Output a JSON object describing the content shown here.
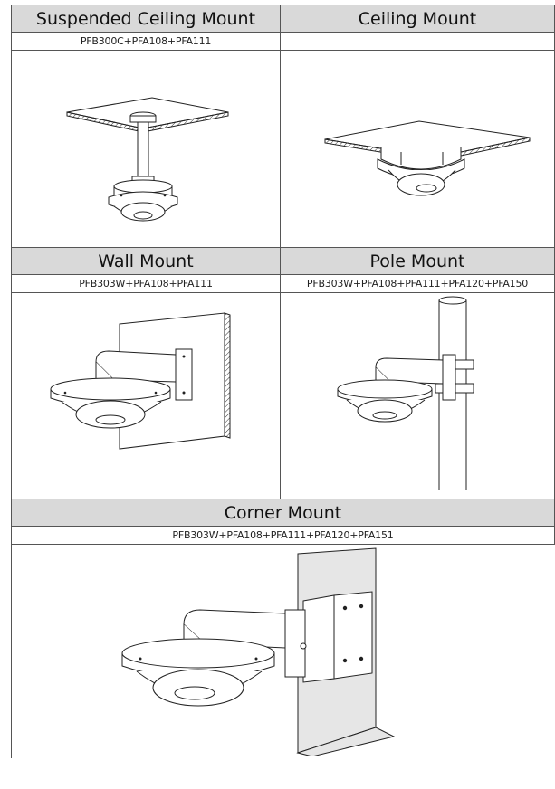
{
  "mounts": {
    "suspended": {
      "title": "Suspended Ceiling Mount",
      "model": "PFB300C+PFA108+PFA111"
    },
    "ceiling": {
      "title": "Ceiling Mount",
      "model": ""
    },
    "wall": {
      "title": "Wall Mount",
      "model": "PFB303W+PFA108+PFA111"
    },
    "pole": {
      "title": "Pole Mount",
      "model": "PFB303W+PFA108+PFA111+PFA120+PFA150"
    },
    "corner": {
      "title": "Corner Mount",
      "model": "PFB303W+PFA108+PFA111+PFA120+PFA151"
    }
  },
  "colors": {
    "header_bg": "#d9d9d9",
    "border": "#555555",
    "line": "#222222",
    "wall_fill": "#e6e6e6"
  }
}
